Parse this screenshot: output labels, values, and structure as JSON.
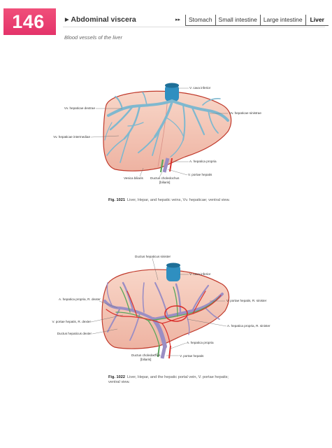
{
  "header": {
    "page_number": "146",
    "chapter_title": "Abdominal viscera",
    "nav_arrows": "▸▸",
    "nav_tabs": [
      {
        "label": "Stomach",
        "active": false
      },
      {
        "label": "Small intestine",
        "active": false
      },
      {
        "label": "Large intestine",
        "active": false
      },
      {
        "label": "Liver",
        "active": true
      }
    ],
    "subtitle": "Blood vessels of the liver"
  },
  "figure_1": {
    "labels": {
      "vena_cava_inferior": "V. cava inferior",
      "vv_hepaticae_dextrae": "Vv. hepaticae dextrae",
      "vv_hepaticae_sinistrae": "Vv. hepaticae sinistrae",
      "vv_hepaticae_intermediae": "Vv. hepaticae intermediae",
      "a_hepatica_propria": "A. hepatica propria",
      "v_portae_hepatis": "V. portae hepatis",
      "vesica_biliaris": "Vesica biliaris",
      "ductus_choledochus": "Ductus choledochus",
      "ductus_choledochus_sub": "[biliaris]"
    },
    "caption_number": "Fig. 1021",
    "caption_text": "Liver, Hepar, and hepatic veins, Vv. hepaticae; ventral view."
  },
  "figure_2": {
    "labels": {
      "ductus_hepaticus_sinister": "Ductus hepaticus sinister",
      "vena_cava_inferior": "V. cava inferior",
      "a_hepatica_propria_r_dexter": "A. hepatica propria, R. dexter",
      "v_portae_hepatis_r_sinister": "V. portae hepatis, R. sinister",
      "v_portae_hepatis_r_dexter": "V. portae hepatis, R. dexter",
      "ductus_hepaticus_dexter": "Ductus hepaticus dexter",
      "a_hepatica_propria_r_sinister": "A. hepatica propria, R. sinister",
      "a_hepatica_propria": "A. hepatica propria",
      "ductus_choledochus": "Ductus choledochus",
      "ductus_choledochus_sub": "[biliaris]",
      "v_portae_hepatis": "V. portae hepatis"
    },
    "caption_number": "Fig. 1022",
    "caption_text": "Liver, Hepar, and the hepatic portal vein, V. portae hepatis; ventral view."
  },
  "colors": {
    "accent_tab": "#e4336a",
    "liver_fill": "#f4c6b6",
    "liver_stroke": "#c0392b",
    "hepatic_vein": "#7fb8cf",
    "vena_cava": "#2f8fc0",
    "portal_vein": "#9b8ec4",
    "artery": "#d9302c",
    "bile_duct": "#5aa65a",
    "gallbladder": "#4f7f35"
  }
}
